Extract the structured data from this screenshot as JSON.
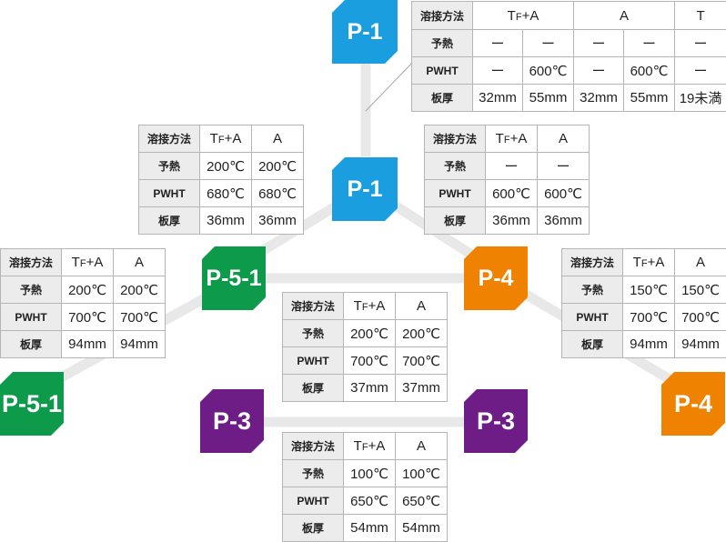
{
  "colors": {
    "P-1": "#1a9ee0",
    "P-5-1": "#0e9a4b",
    "P-4": "#ef8200",
    "P-3": "#6f1d86",
    "connector": "#e8e8e8",
    "cell_label_bg": "#ececec",
    "border": "#b5b5b5"
  },
  "badges": {
    "p1_top": "P-1",
    "p1_center": "P-1",
    "p51_center": "P-5-1",
    "p4_center": "P-4",
    "p51_left": "P-5-1",
    "p4_right": "P-4",
    "p3_left": "P-3",
    "p3_right": "P-3"
  },
  "row_labels": {
    "method": "溶接方法",
    "preheat": "予熱",
    "pwht": "PWHT",
    "thickness": "板厚"
  },
  "tables": {
    "p1_p1": {
      "headers": [
        {
          "main": "T",
          "sub": "F",
          "tail": "+A"
        },
        {
          "main": "A"
        },
        {
          "main": "T"
        }
      ],
      "rows": {
        "preheat": [
          "ー",
          "ー",
          "ー",
          "ー",
          "ー"
        ],
        "pwht": [
          "ー",
          "600℃",
          "ー",
          "600℃",
          "ー"
        ],
        "thickness": [
          "32mm",
          "55mm",
          "32mm",
          "55mm",
          "19未満"
        ]
      }
    },
    "p1_p51": {
      "headers": [
        {
          "main": "T",
          "sub": "F",
          "tail": "+A"
        },
        {
          "main": "A"
        }
      ],
      "rows": {
        "preheat": [
          "200℃",
          "200℃"
        ],
        "pwht": [
          "680℃",
          "680℃"
        ],
        "thickness": [
          "36mm",
          "36mm"
        ]
      }
    },
    "p1_p4": {
      "headers": [
        {
          "main": "T",
          "sub": "F",
          "tail": "+A"
        },
        {
          "main": "A"
        }
      ],
      "rows": {
        "preheat": [
          "ー",
          "ー"
        ],
        "pwht": [
          "600℃",
          "600℃"
        ],
        "thickness": [
          "36mm",
          "36mm"
        ]
      }
    },
    "p51_p51": {
      "headers": [
        {
          "main": "T",
          "sub": "F",
          "tail": "+A"
        },
        {
          "main": "A"
        }
      ],
      "rows": {
        "preheat": [
          "200℃",
          "200℃"
        ],
        "pwht": [
          "700℃",
          "700℃"
        ],
        "thickness": [
          "94mm",
          "94mm"
        ]
      }
    },
    "p51_p4": {
      "headers": [
        {
          "main": "T",
          "sub": "F",
          "tail": "+A"
        },
        {
          "main": "A"
        }
      ],
      "rows": {
        "preheat": [
          "200℃",
          "200℃"
        ],
        "pwht": [
          "700℃",
          "700℃"
        ],
        "thickness": [
          "37mm",
          "37mm"
        ]
      }
    },
    "p4_p4": {
      "headers": [
        {
          "main": "T",
          "sub": "F",
          "tail": "+A"
        },
        {
          "main": "A"
        }
      ],
      "rows": {
        "preheat": [
          "150℃",
          "150℃"
        ],
        "pwht": [
          "700℃",
          "700℃"
        ],
        "thickness": [
          "94mm",
          "94mm"
        ]
      }
    },
    "p3_p3": {
      "headers": [
        {
          "main": "T",
          "sub": "F",
          "tail": "+A"
        },
        {
          "main": "A"
        }
      ],
      "rows": {
        "preheat": [
          "100℃",
          "100℃"
        ],
        "pwht": [
          "650℃",
          "650℃"
        ],
        "thickness": [
          "54mm",
          "54mm"
        ]
      }
    }
  }
}
